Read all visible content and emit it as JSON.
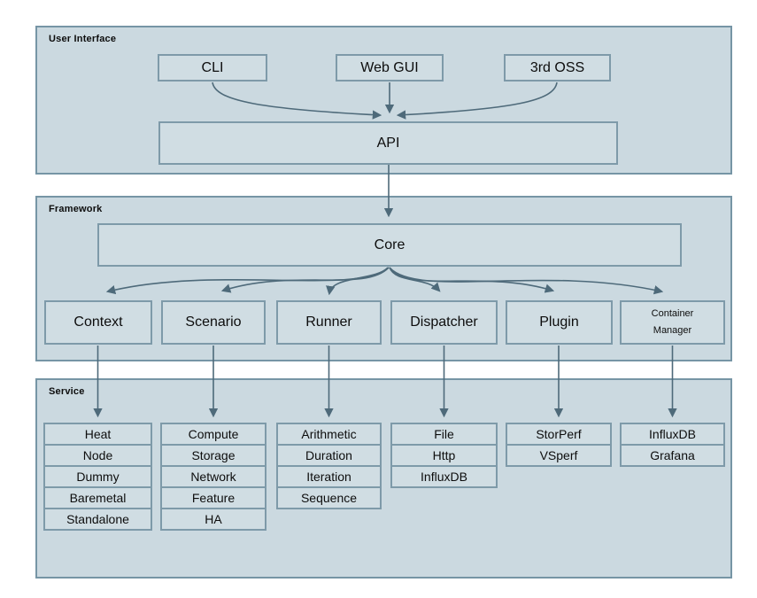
{
  "colors": {
    "panel_fill": "#cbd9e0",
    "panel_border": "#7695a5",
    "box_fill": "#d0dde3",
    "box_border": "#7e9aa9",
    "arrow": "#4e6a7a",
    "text": "#0d0d0d"
  },
  "user_interface": {
    "title": "User Interface",
    "cli": "CLI",
    "web_gui": "Web GUI",
    "third_oss": "3rd OSS",
    "api": "API"
  },
  "framework": {
    "title": "Framework",
    "core": "Core",
    "context": "Context",
    "scenario": "Scenario",
    "runner": "Runner",
    "dispatcher": "Dispatcher",
    "plugin": "Plugin",
    "container_manager": [
      "Container",
      "Manager"
    ]
  },
  "service": {
    "title": "Service",
    "context_types": [
      "Heat",
      "Node",
      "Dummy",
      "Baremetal",
      "Standalone"
    ],
    "scenario_types": [
      "Compute",
      "Storage",
      "Network",
      "Feature",
      "HA"
    ],
    "runner_types": [
      "Arithmetic",
      "Duration",
      "Iteration",
      "Sequence"
    ],
    "dispatcher_types": [
      "File",
      "Http",
      "InfluxDB"
    ],
    "plugin_types": [
      "StorPerf",
      "VSperf"
    ],
    "container_types": [
      "InfluxDB",
      "Grafana"
    ]
  }
}
